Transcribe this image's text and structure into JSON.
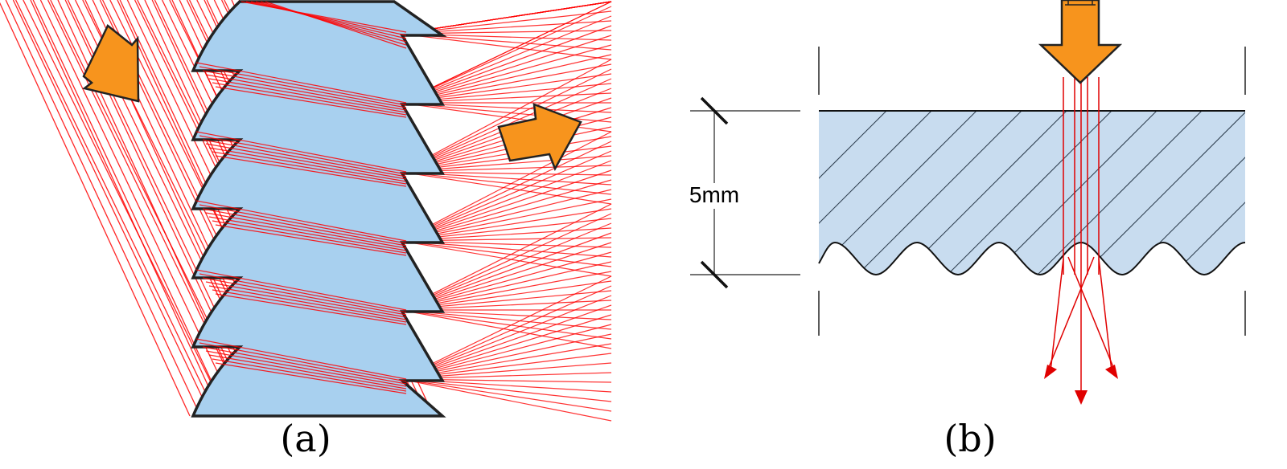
{
  "panel_a": {
    "caption": "(a)"
  },
  "panel_b": {
    "caption": "(b)",
    "dimension_label": "5mm"
  },
  "colors": {
    "glass_fill_a": "#a8d0ef",
    "glass_fill_b": "#c8dcef",
    "ray": "#ff0000",
    "arrow_fill": "#f7941d",
    "outline": "#222222"
  },
  "icons": [
    "incoming-light-arrow-icon",
    "outgoing-light-arrow-icon",
    "incident-light-arrow-icon"
  ]
}
